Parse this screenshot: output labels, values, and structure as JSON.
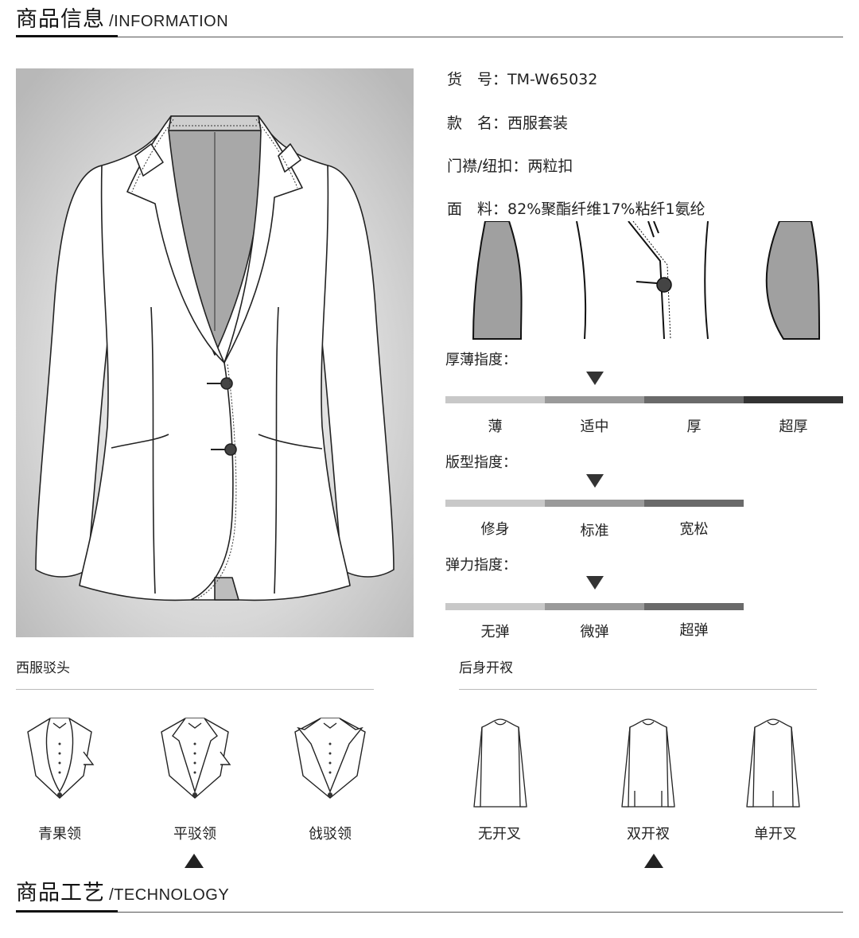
{
  "header": {
    "title_zh": "商品信息",
    "title_en": "/INFORMATION"
  },
  "info": [
    {
      "label": "货　号：",
      "value": "TM-W65032"
    },
    {
      "label": "款　名：",
      "value": "西服套装"
    },
    {
      "label": "门襟/纽扣：",
      "value": "两粒扣"
    },
    {
      "label": "面　料：",
      "value": "82%聚酯纤维17%粘纤1氨纶"
    }
  ],
  "scales": {
    "thickness": {
      "title": "厚薄指度：",
      "options": [
        "薄",
        "适中",
        "厚",
        "超厚"
      ],
      "selected_index": 1,
      "colors": [
        "#c8c8c8",
        "#9a9a9a",
        "#6a6a6a",
        "#333333"
      ]
    },
    "fit": {
      "title": "版型指度：",
      "options": [
        "修身",
        "标准",
        "宽松"
      ],
      "selected_index": 1,
      "colors": [
        "#c8c8c8",
        "#9a9a9a",
        "#6a6a6a"
      ]
    },
    "elasticity": {
      "title": "弹力指度：",
      "options": [
        "无弹",
        "微弹",
        "超弹"
      ],
      "selected_index": 1,
      "colors": [
        "#c8c8c8",
        "#9a9a9a",
        "#6a6a6a"
      ]
    }
  },
  "collar": {
    "title": "西服驳头",
    "options": [
      "青果领",
      "平驳领",
      "戗驳领"
    ],
    "selected_index": 1
  },
  "vent": {
    "title": "后身开衩",
    "options": [
      "无开叉",
      "双开衩",
      "单开叉"
    ],
    "selected_index": 1
  },
  "footer": {
    "title_zh": "商品工艺",
    "title_en": "/TECHNOLOGY"
  }
}
